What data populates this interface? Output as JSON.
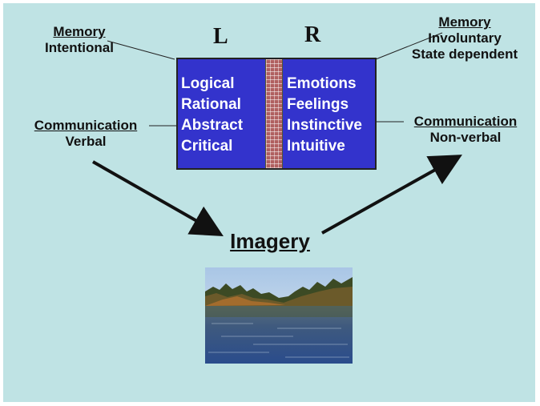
{
  "hemispheres": {
    "left": "L",
    "right": "R"
  },
  "left_words": [
    "Logical",
    "Rational",
    "Abstract",
    "Critical"
  ],
  "right_words": [
    "Emotions",
    "Feelings",
    "Instinctive",
    "Intuitive"
  ],
  "memory_left": {
    "heading": "Memory",
    "value": "Intentional"
  },
  "memory_right": {
    "heading": "Memory",
    "line1": "Involuntary",
    "line2": "State dependent"
  },
  "comm_left": {
    "heading": "Communication",
    "value": "Verbal"
  },
  "comm_right": {
    "heading": "Communication",
    "value": "Non-verbal"
  },
  "imagery": "Imagery",
  "colors": {
    "background": "#bfe3e4",
    "box": "#3333cc",
    "text_on_box": "#ffffff",
    "ink": "#111111"
  }
}
